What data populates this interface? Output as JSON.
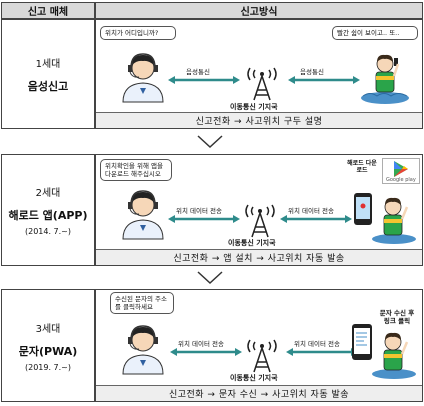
{
  "header": {
    "col1": "신고 매체",
    "col2": "신고방식"
  },
  "sections": [
    {
      "generation": "1세대",
      "name": "음성신고",
      "date": "",
      "left_bubble": "위치가 어디입니까?",
      "right_bubble": "빨간 쉼이 보이고.. 또..",
      "arrow_left_label": "음성통신",
      "arrow_right_label": "음성통신",
      "tower_label": "이동통신 기지국",
      "caption": "신고전화 → 사고위치 구두 설명"
    },
    {
      "generation": "2세대",
      "name": "해로드 앱(APP)",
      "date": "(2014. 7.~)",
      "left_bubble": "위치확인을 위해 앱을 다운로드 해주십시오",
      "store_label": "해로드 다운로드",
      "store_name": "Google play",
      "arrow_left_label": "위치 데이터 전송",
      "arrow_right_label": "위치 데이터 전송",
      "tower_label": "이동통신 기지국",
      "caption": "신고전화 → 앱 설치 → 사고위치 자동 발송"
    },
    {
      "generation": "3세대",
      "name": "문자(PWA)",
      "date": "(2019. 7.~)",
      "left_bubble": "수신된 문자의 주소를 클릭하세요",
      "right_label": "문자 수신 후 링크 클릭",
      "arrow_left_label": "위치 데이터 전송",
      "arrow_right_label": "위치 데이터 전송",
      "tower_label": "이동통신 기지국",
      "caption": "신고전화 → 문자 수신 → 사고위치 자동 발송"
    }
  ],
  "colors": {
    "arrow": "#2e8b8b",
    "header_bg": "#d9d9d9",
    "caption_bg": "#eeeeee",
    "water": "#4a90c8"
  }
}
